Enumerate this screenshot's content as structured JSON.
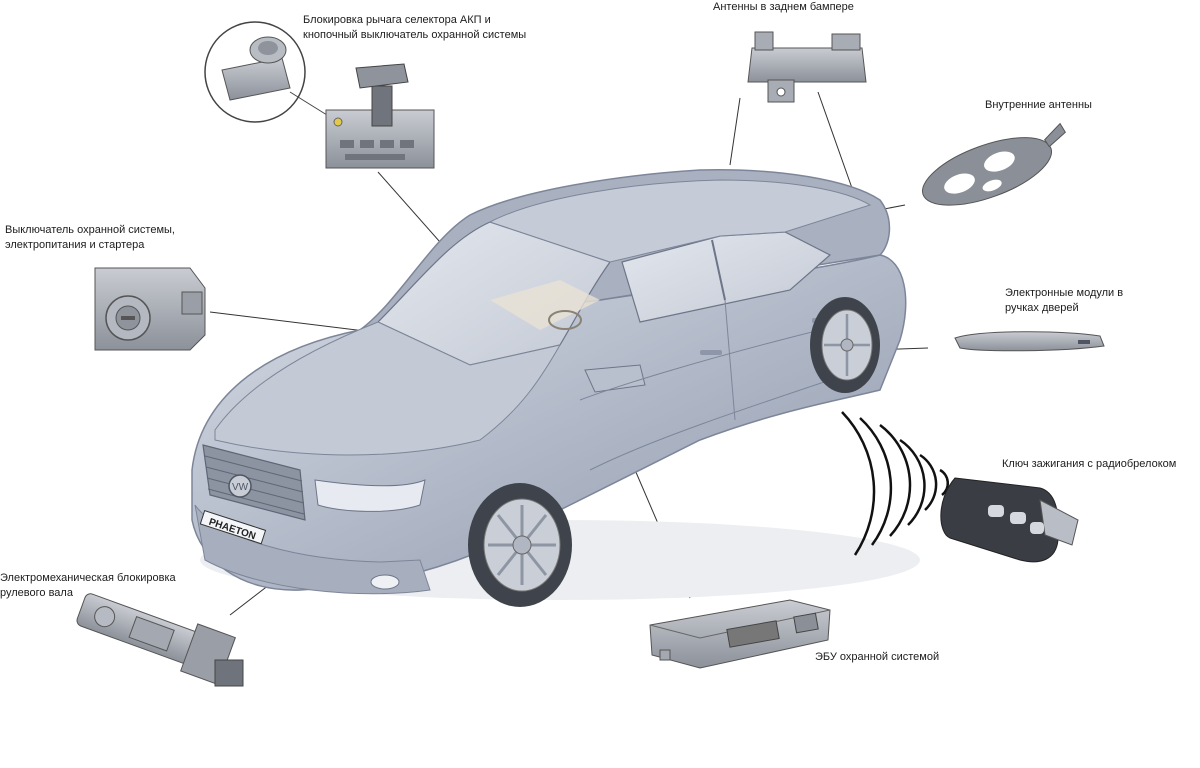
{
  "labels": {
    "gear_lock": {
      "line1": "Блокировка рычага селектора АКП и",
      "line2": "кнопочный выключатель охранной системы"
    },
    "rear_antennas": {
      "line1": "Антенны в заднем бампере"
    },
    "inner_antennas": {
      "line1": "Внутренние антенны"
    },
    "ignition_switch": {
      "line1": "Выключатель охранной системы,",
      "line2": "электропитания и стартера"
    },
    "door_modules": {
      "line1": "Электронные модули в",
      "line2": "ручках дверей"
    },
    "key": {
      "line1": "Ключ зажигания с радиобрелоком"
    },
    "steering_lock": {
      "line1": "Электромеханическая блокировка",
      "line2": "рулевого вала"
    },
    "ecu": {
      "line1": "ЭБУ охранной системой"
    }
  },
  "car": {
    "plate_text": "PHAETON"
  },
  "colors": {
    "car_body": "#b4bccb",
    "car_dark": "#8a93a6",
    "part_grey": "#9aa0aa",
    "line": "#333333"
  }
}
